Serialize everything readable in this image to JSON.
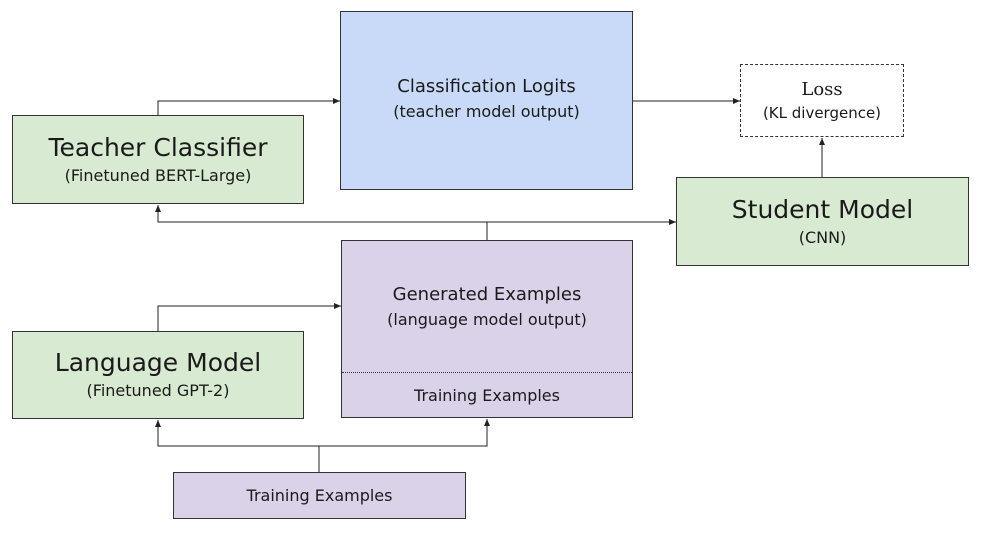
{
  "teacher": {
    "title": "Teacher Classifier",
    "subtitle": "(Finetuned BERT-Large)"
  },
  "logits": {
    "title": "Classification Logits",
    "subtitle": "(teacher model output)"
  },
  "loss": {
    "title": "Loss",
    "subtitle": "(KL divergence)"
  },
  "student": {
    "title": "Student Model",
    "subtitle": "(CNN)"
  },
  "generated": {
    "title": "Generated Examples",
    "subtitle": "(language model output)",
    "bottom_label": "Training Examples"
  },
  "language_model": {
    "title": "Language Model",
    "subtitle": "(Finetuned GPT-2)"
  },
  "training": {
    "label": "Training Examples"
  },
  "colors": {
    "green": "#d9ead3",
    "blue": "#c9daf8",
    "purple": "#d9d2e9",
    "border": "#333333"
  }
}
